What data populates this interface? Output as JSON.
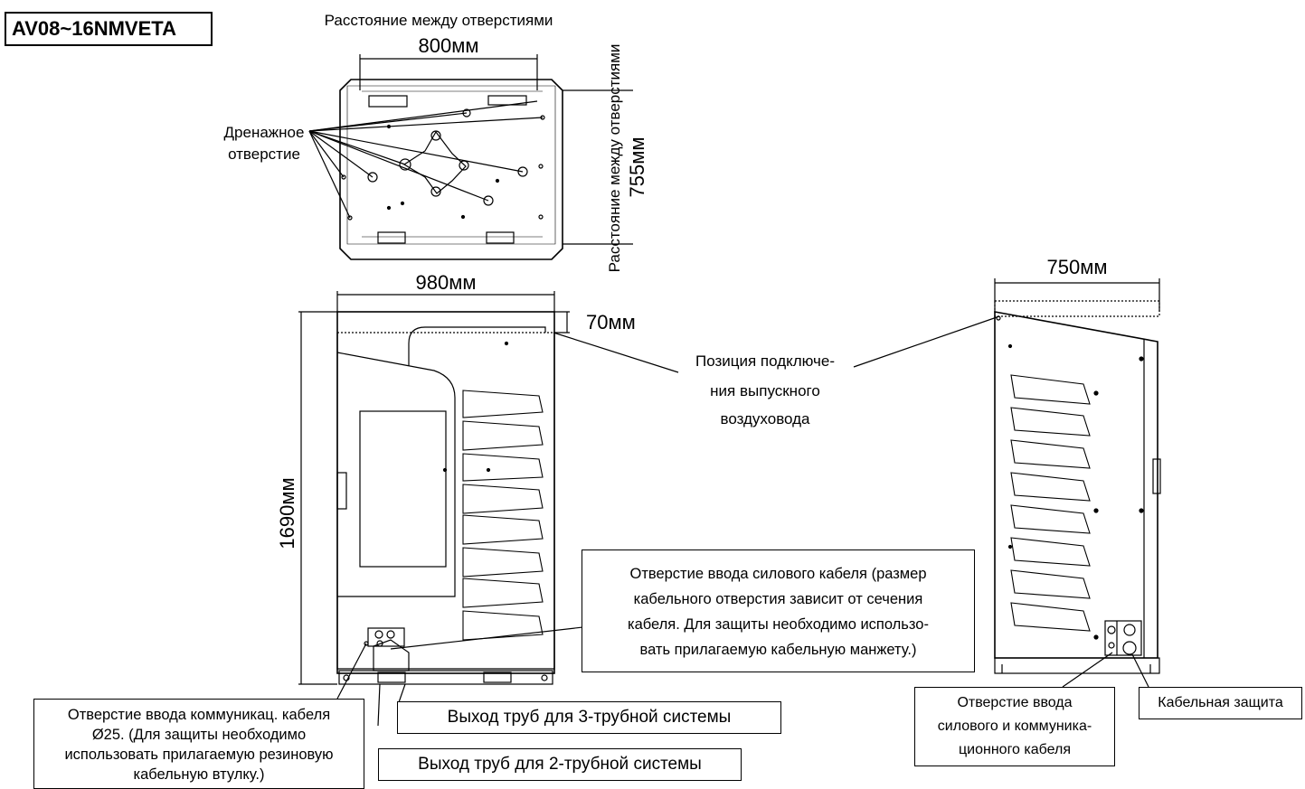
{
  "model_title": "AV08~16NMVETA",
  "top_view": {
    "hole_distance_label": "Расстояние между отверстиями",
    "width_dim": "800мм",
    "depth_dim": "755мм",
    "depth_label": "Расстояние между отверстиями",
    "drain_label_line1": "Дренажное",
    "drain_label_line2": "отверстие"
  },
  "front_view": {
    "width_dim": "980мм",
    "height_dim": "1690мм",
    "offset_dim": "70мм",
    "duct_label_line1": "Позиция подключе-",
    "duct_label_line2": "ния выпускного",
    "duct_label_line3": "воздуховода"
  },
  "side_view": {
    "width_dim": "750мм"
  },
  "callouts": {
    "power_cable_hole": [
      "Отверстие ввода силового кабеля (размер",
      "кабельного отверстия зависит от сечения",
      "кабеля. Для защиты необходимо использо-",
      "вать прилагаемую кабельную манжету.)"
    ],
    "comm_cable_hole": [
      "Отверстие ввода коммуникац. кабеля",
      "Ø25. (Для защиты необходимо",
      "использовать прилагаемую резиновую",
      "кабельную втулку.)"
    ],
    "pipe_exit_3": "Выход труб для 3-трубной системы",
    "pipe_exit_2": "Выход труб для 2-трубной системы",
    "power_comm_hole": [
      "Отверстие ввода",
      "силового и коммуника-",
      "ционного кабеля"
    ],
    "cable_protection": "Кабельная защита"
  },
  "colors": {
    "line": "#000000",
    "background": "#ffffff"
  }
}
